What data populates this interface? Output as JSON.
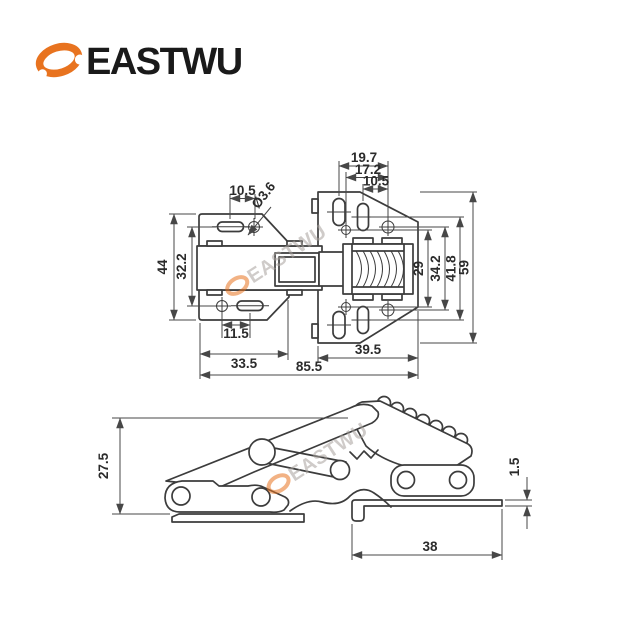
{
  "brand": {
    "name": "EASTWU",
    "accent_color": "#E8731F",
    "text_color": "#1a1a1a"
  },
  "watermark": {
    "text": "EASTWU"
  },
  "drawing": {
    "line_color": "#3c3c3c",
    "background": "#ffffff",
    "views": [
      "hinge-top-view",
      "hinge-side-view"
    ]
  },
  "top_view": {
    "dims": {
      "left_slot_pitch": "10.5",
      "hole_diameter": "Ø3.6",
      "left_plate_height": "44",
      "left_hole_pitch_vertical": "32.2",
      "right_pitch_outer": "19.7",
      "right_pitch_mid": "17.2",
      "right_pitch_inner": "10.5",
      "right_hole_pitch_inner": "29",
      "right_hole_pitch_mid": "34.2",
      "right_slot_pitch": "41.8",
      "right_plate_height": "59",
      "left_bottom_hole_pitch": "11.5",
      "left_plate_width": "33.5",
      "right_plate_width": "39.5",
      "overall_width": "85.5"
    }
  },
  "side_view": {
    "dims": {
      "overall_height": "27.5",
      "plate_thickness": "1.5",
      "base_plate_width": "38"
    }
  }
}
